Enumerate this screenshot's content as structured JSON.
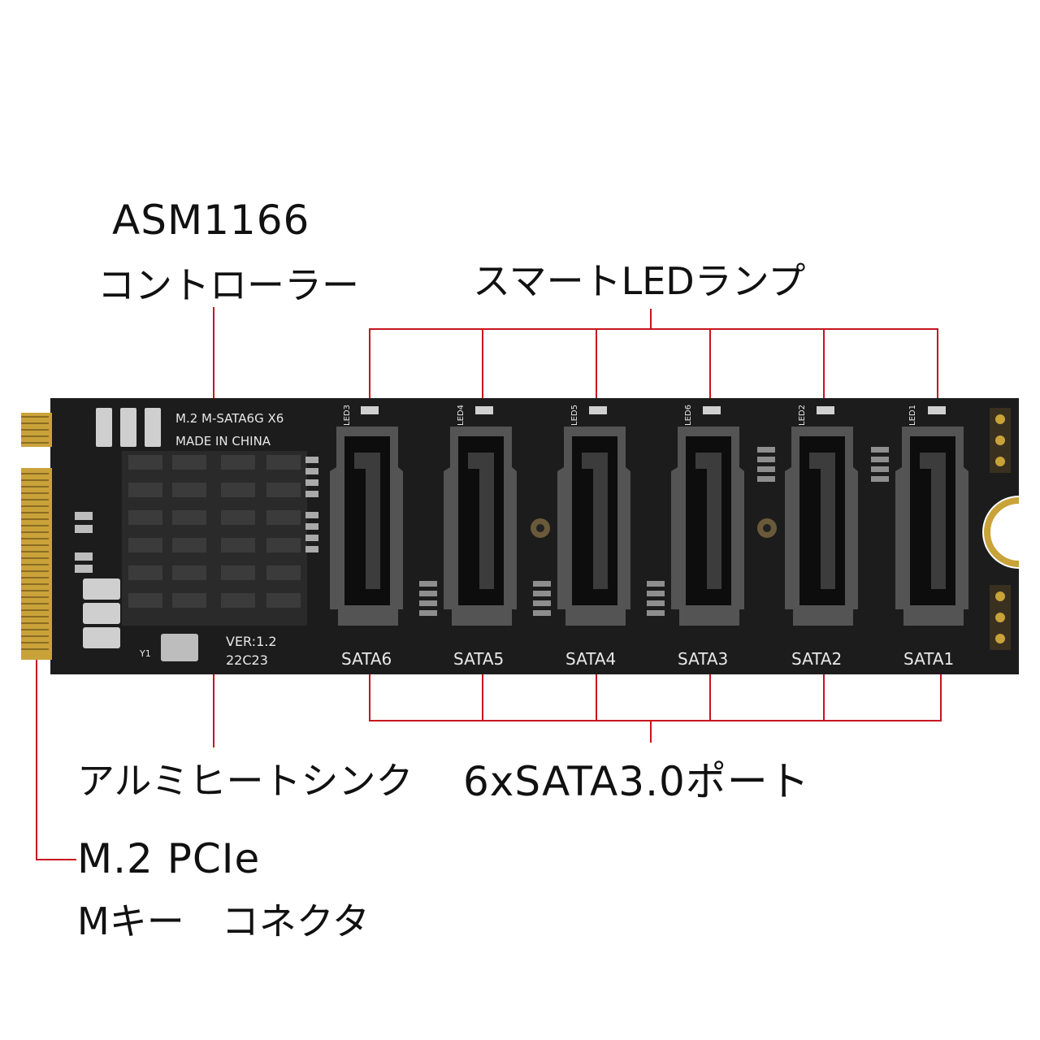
{
  "annotations": {
    "controller_model": "ASM1166",
    "controller_label": "コントローラー",
    "led_label": "スマートLEDランプ",
    "heatsink_label": "アルミヒートシンク",
    "ports_label": "6xSATA3.0ポート",
    "connector_line1": "M.2 PCIe",
    "connector_line2": "Mキー　コネクタ"
  },
  "board": {
    "silkscreen_title": "M.2 M-SATA6G X6",
    "silkscreen_origin": "MADE IN CHINA",
    "version": "VER:1.2",
    "date_code": "22C23",
    "crystal": "Y1",
    "ports": [
      "SATA6",
      "SATA5",
      "SATA4",
      "SATA3",
      "SATA2",
      "SATA1"
    ],
    "leds": [
      "LED3",
      "LED4",
      "LED5",
      "LED6",
      "LED2",
      "LED1"
    ]
  },
  "colors": {
    "pcb": "#1c1c1c",
    "gold": "#c9a23a",
    "callout": "#c8141e",
    "heatsink": "#2a2a2a"
  }
}
